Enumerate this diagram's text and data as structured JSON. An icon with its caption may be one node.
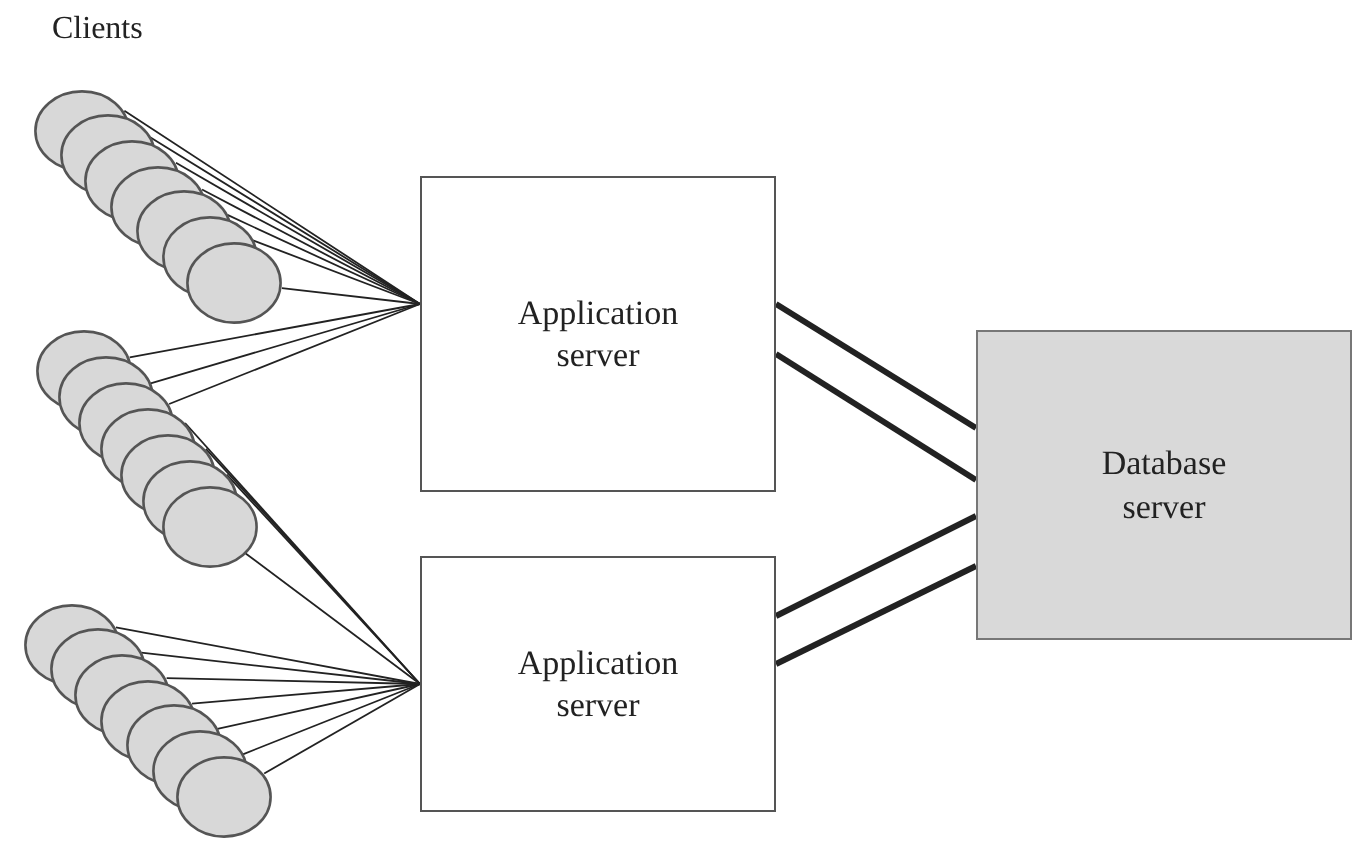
{
  "diagram": {
    "nodes": [
      {
        "text": [],
        "shape": "ellipse"
      },
      {
        "text": [],
        "shape": "ellipse"
      },
      {
        "text": [],
        "shape": "ellipse"
      },
      {
        "text": [],
        "shape": "ellipse"
      },
      {
        "text": [],
        "shape": "ellipse"
      },
      {
        "text": [],
        "shape": "ellipse"
      },
      {
        "text": [],
        "shape": "ellipse"
      },
      {
        "text": [],
        "shape": "ellipse"
      },
      {
        "text": [],
        "shape": "ellipse"
      },
      {
        "text": [],
        "shape": "ellipse"
      },
      {
        "text": [],
        "shape": "ellipse"
      },
      {
        "text": [],
        "shape": "ellipse"
      },
      {
        "text": [],
        "shape": "ellipse"
      },
      {
        "text": [],
        "shape": "ellipse"
      },
      {
        "text": [],
        "shape": "ellipse"
      },
      {
        "text": [],
        "shape": "ellipse"
      },
      {
        "text": [],
        "shape": "ellipse"
      },
      {
        "text": [],
        "shape": "ellipse"
      },
      {
        "text": [],
        "shape": "ellipse"
      },
      {
        "text": [],
        "shape": "ellipse"
      },
      {
        "text": [],
        "shape": "ellipse"
      },
      {
        "text": [
          "Application server"
        ]
      },
      {
        "text": [
          "Application server"
        ]
      },
      {
        "text": [
          "Database server"
        ]
      }
    ],
    "edges": [
      {
        "from": 0,
        "to": 21,
        "arrow": "none"
      },
      {
        "from": 1,
        "to": 21,
        "arrow": "none"
      },
      {
        "from": 2,
        "to": 21,
        "arrow": "none"
      },
      {
        "from": 3,
        "to": 21,
        "arrow": "none"
      },
      {
        "from": 4,
        "to": 21,
        "arrow": "none"
      },
      {
        "from": 5,
        "to": 21,
        "arrow": "none"
      },
      {
        "from": 6,
        "to": 21,
        "arrow": "none"
      },
      {
        "from": 7,
        "to": 21,
        "arrow": "none"
      },
      {
        "from": 8,
        "to": 21,
        "arrow": "none"
      },
      {
        "from": 9,
        "to": 21,
        "arrow": "none"
      },
      {
        "from": 10,
        "to": 22,
        "arrow": "none"
      },
      {
        "from": 11,
        "to": 22,
        "arrow": "none"
      },
      {
        "from": 12,
        "to": 22,
        "arrow": "none"
      },
      {
        "from": 13,
        "to": 22,
        "arrow": "none"
      },
      {
        "from": 14,
        "to": 22,
        "arrow": "none"
      },
      {
        "from": 15,
        "to": 22,
        "arrow": "none"
      },
      {
        "from": 16,
        "to": 22,
        "arrow": "none"
      },
      {
        "from": 17,
        "to": 22,
        "arrow": "none"
      },
      {
        "from": 18,
        "to": 22,
        "arrow": "none"
      },
      {
        "from": 19,
        "to": 22,
        "arrow": "none"
      },
      {
        "from": 20,
        "to": 22,
        "arrow": "none"
      },
      {
        "from": 21,
        "to": 23,
        "arrow": "none",
        "style": "thick"
      },
      {
        "from": 21,
        "to": 23,
        "arrow": "none",
        "style": "thick"
      },
      {
        "from": 22,
        "to": 23,
        "arrow": "none",
        "style": "thick"
      },
      {
        "from": 22,
        "to": 23,
        "arrow": "none",
        "style": "thick"
      }
    ],
    "labels": [
      "Clients"
    ]
  }
}
